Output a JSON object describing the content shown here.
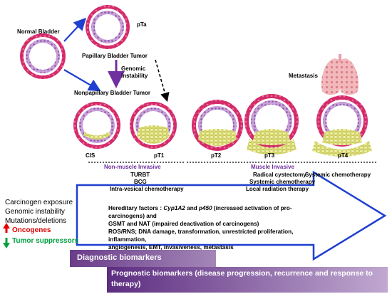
{
  "stages": {
    "normal": "Normal Bladder",
    "pta": "pTa",
    "papillary": "Papillary Bladder Tumor",
    "genomic": "Genomic",
    "instability": "instability",
    "nonpapillary": "Nonpapillary Bladder Tumor",
    "metastasis": "Metastasis",
    "cis": "CIS",
    "pt1": "pT1",
    "pt2": "pT2",
    "pt3": "pT3",
    "pt4": "pT4"
  },
  "invasion": {
    "non_muscle": "Non-muscle Invasive",
    "muscle": "Muscle Invasive"
  },
  "treatments": {
    "nmi": [
      "TURBT",
      "BCG",
      "Intra-vesical chemotherapy"
    ],
    "mi": [
      "Radical cystectomy",
      "Systemic chemotherapy",
      "Local radiation therapy"
    ],
    "metastatic": "Systemic chemotherapy"
  },
  "risk_factors": {
    "items": [
      "Carcinogen exposure",
      "Genomic instability",
      "Mutations/deletions"
    ],
    "oncogenes": "Oncogenes",
    "tumor_suppressors": "Tumor suppressors"
  },
  "arrow": {
    "hereditary_prefix": "Hereditary factors : ",
    "cyp": "Cyp1A2",
    "and": " and ",
    "p450": "p450",
    "hereditary_suffix": " (increased activation of pro-carcinogens) and",
    "line2": "GSMT and NAT (impaired deactivation of carcinogens)",
    "line3": "ROS/RNS; DNA damage, transformation, unrestricted proliferation, inflammation,",
    "line4": "angiogenesis, EMT, invasiveness, metastasis"
  },
  "biomarkers": {
    "diagnostic": "Diagnostic biomarkers",
    "prognostic": "Prognostic biomarkers (disease progression, recurrence and response to therapy)"
  },
  "colors": {
    "arrow_blue": "#1f3fd0",
    "purple": "#7030a0",
    "oncogene_red": "#e00000",
    "suppressor_green": "#00a040"
  }
}
